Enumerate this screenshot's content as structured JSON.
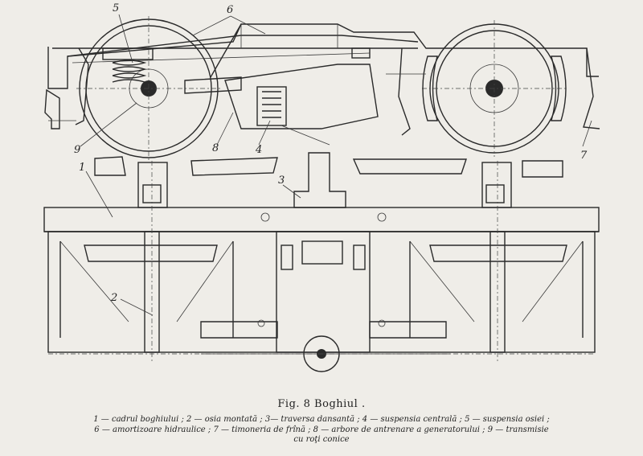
{
  "figure": {
    "title": "Fig. 8 Boghiul .",
    "callouts": [
      "5",
      "6",
      "9",
      "8",
      "4",
      "7",
      "1",
      "3",
      "2"
    ],
    "legend_lines": [
      "1 — cadrul boghiului ; 2 — osia montată ; 3— traversa dansantă ; 4 — suspensia centrală ; 5 — suspensia osiei ;",
      "6 — amortizoare hidraulice ; 7 — timoneria de frînă ; 8 — arbore de antrenare a generatorului ; 9 — transmisie",
      "cu roţi conice"
    ]
  }
}
